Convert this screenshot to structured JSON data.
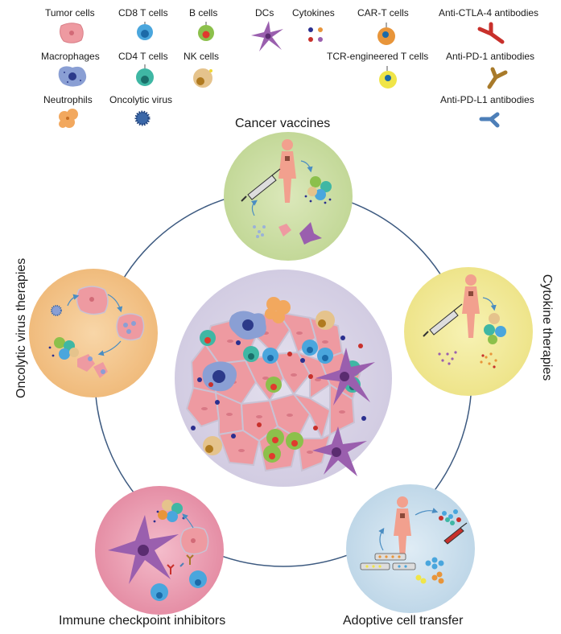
{
  "legend": {
    "tumor_cells": "Tumor cells",
    "cd8_t_cells": "CD8 T cells",
    "b_cells": "B cells",
    "dcs": "DCs",
    "cytokines": "Cytokines",
    "car_t_cells": "CAR-T cells",
    "anti_ctla4": "Anti-CTLA-4 antibodies",
    "macrophages": "Macrophages",
    "cd4_t_cells": "CD4 T cells",
    "nk_cells": "NK cells",
    "tcr_t_cells": "TCR-engineered T cells",
    "anti_pd1": "Anti-PD-1 antibodies",
    "neutrophils": "Neutrophils",
    "oncolytic_virus": "Oncolytic virus",
    "anti_pdl1": "Anti-PD-L1 antibodies"
  },
  "therapies": {
    "cancer_vaccines": "Cancer vaccines",
    "cytokine_therapies": "Cytokine therapies",
    "adoptive_cell_transfer": "Adoptive cell transfer",
    "immune_checkpoint_inhibitors": "Immune checkpoint inhibitors",
    "oncolytic_virus_therapies": "Oncolytic virus therapies"
  },
  "colors": {
    "vaccine_circle": "#cfe0a8",
    "cytokine_circle": "#f3ec9e",
    "act_circle": "#cfe2ef",
    "checkpoint_circle": "#eea4b7",
    "oncolytic_circle": "#f4c892",
    "center_circle": "#dcd7e8",
    "ring": "#3d5a80",
    "tumor": "#ee9aa1",
    "cd8": "#4aa6dd",
    "cd4": "#3fb7a4",
    "bcell": "#8cc04b",
    "dc": "#9a5fae",
    "macrophage": "#8a9fd4",
    "neutrophil": "#f2a85e",
    "nk": "#e5c38c",
    "cart": "#e8953a",
    "tcr": "#f0e548",
    "ctla4": "#c8302b",
    "pd1": "#a87a2a",
    "pdl1": "#4d7fb8"
  }
}
